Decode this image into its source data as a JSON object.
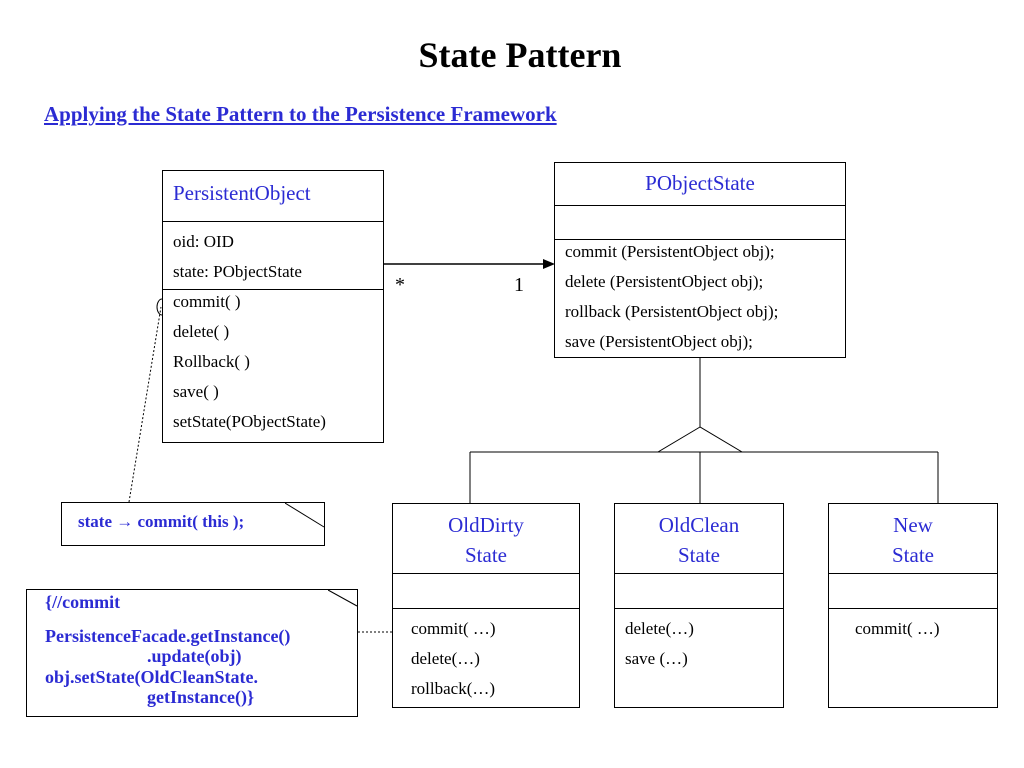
{
  "title": "State Pattern",
  "subtitle": "Applying the State Pattern to the Persistence Framework",
  "persistent_object": {
    "name": "PersistentObject",
    "attributes": [
      "oid: OID",
      "state: PObjectState"
    ],
    "methods": [
      "commit( )",
      "delete( )",
      "Rollback( )",
      "save( )",
      "setState(PObjectState)"
    ]
  },
  "pobject_state": {
    "name": "PObjectState",
    "methods": [
      "commit (PersistentObject obj);",
      "delete (PersistentObject obj);",
      "rollback (PersistentObject obj);",
      "save (PersistentObject obj);"
    ]
  },
  "association": {
    "source_mult": "*",
    "target_mult": "1"
  },
  "old_dirty": {
    "name_line1": "OldDirty",
    "name_line2": "State",
    "methods": [
      "commit( …)",
      "delete(…)",
      "rollback(…)"
    ]
  },
  "old_clean": {
    "name_line1": "OldClean",
    "name_line2": "State",
    "methods": [
      "delete(…)",
      "save (…)"
    ]
  },
  "new_state": {
    "name_line1": "New",
    "name_line2": "State",
    "methods": [
      "commit( …)"
    ]
  },
  "note_state": {
    "prefix": "state",
    "arrow": "→",
    "suffix": "commit( this );"
  },
  "note_commit": {
    "lines": [
      "{//commit",
      "PersistenceFacade.getInstance()",
      ".update(obj)",
      "obj.setState(OldCleanState.",
      "getInstance()}"
    ]
  },
  "colors": {
    "accent": "#2b2bd3"
  }
}
